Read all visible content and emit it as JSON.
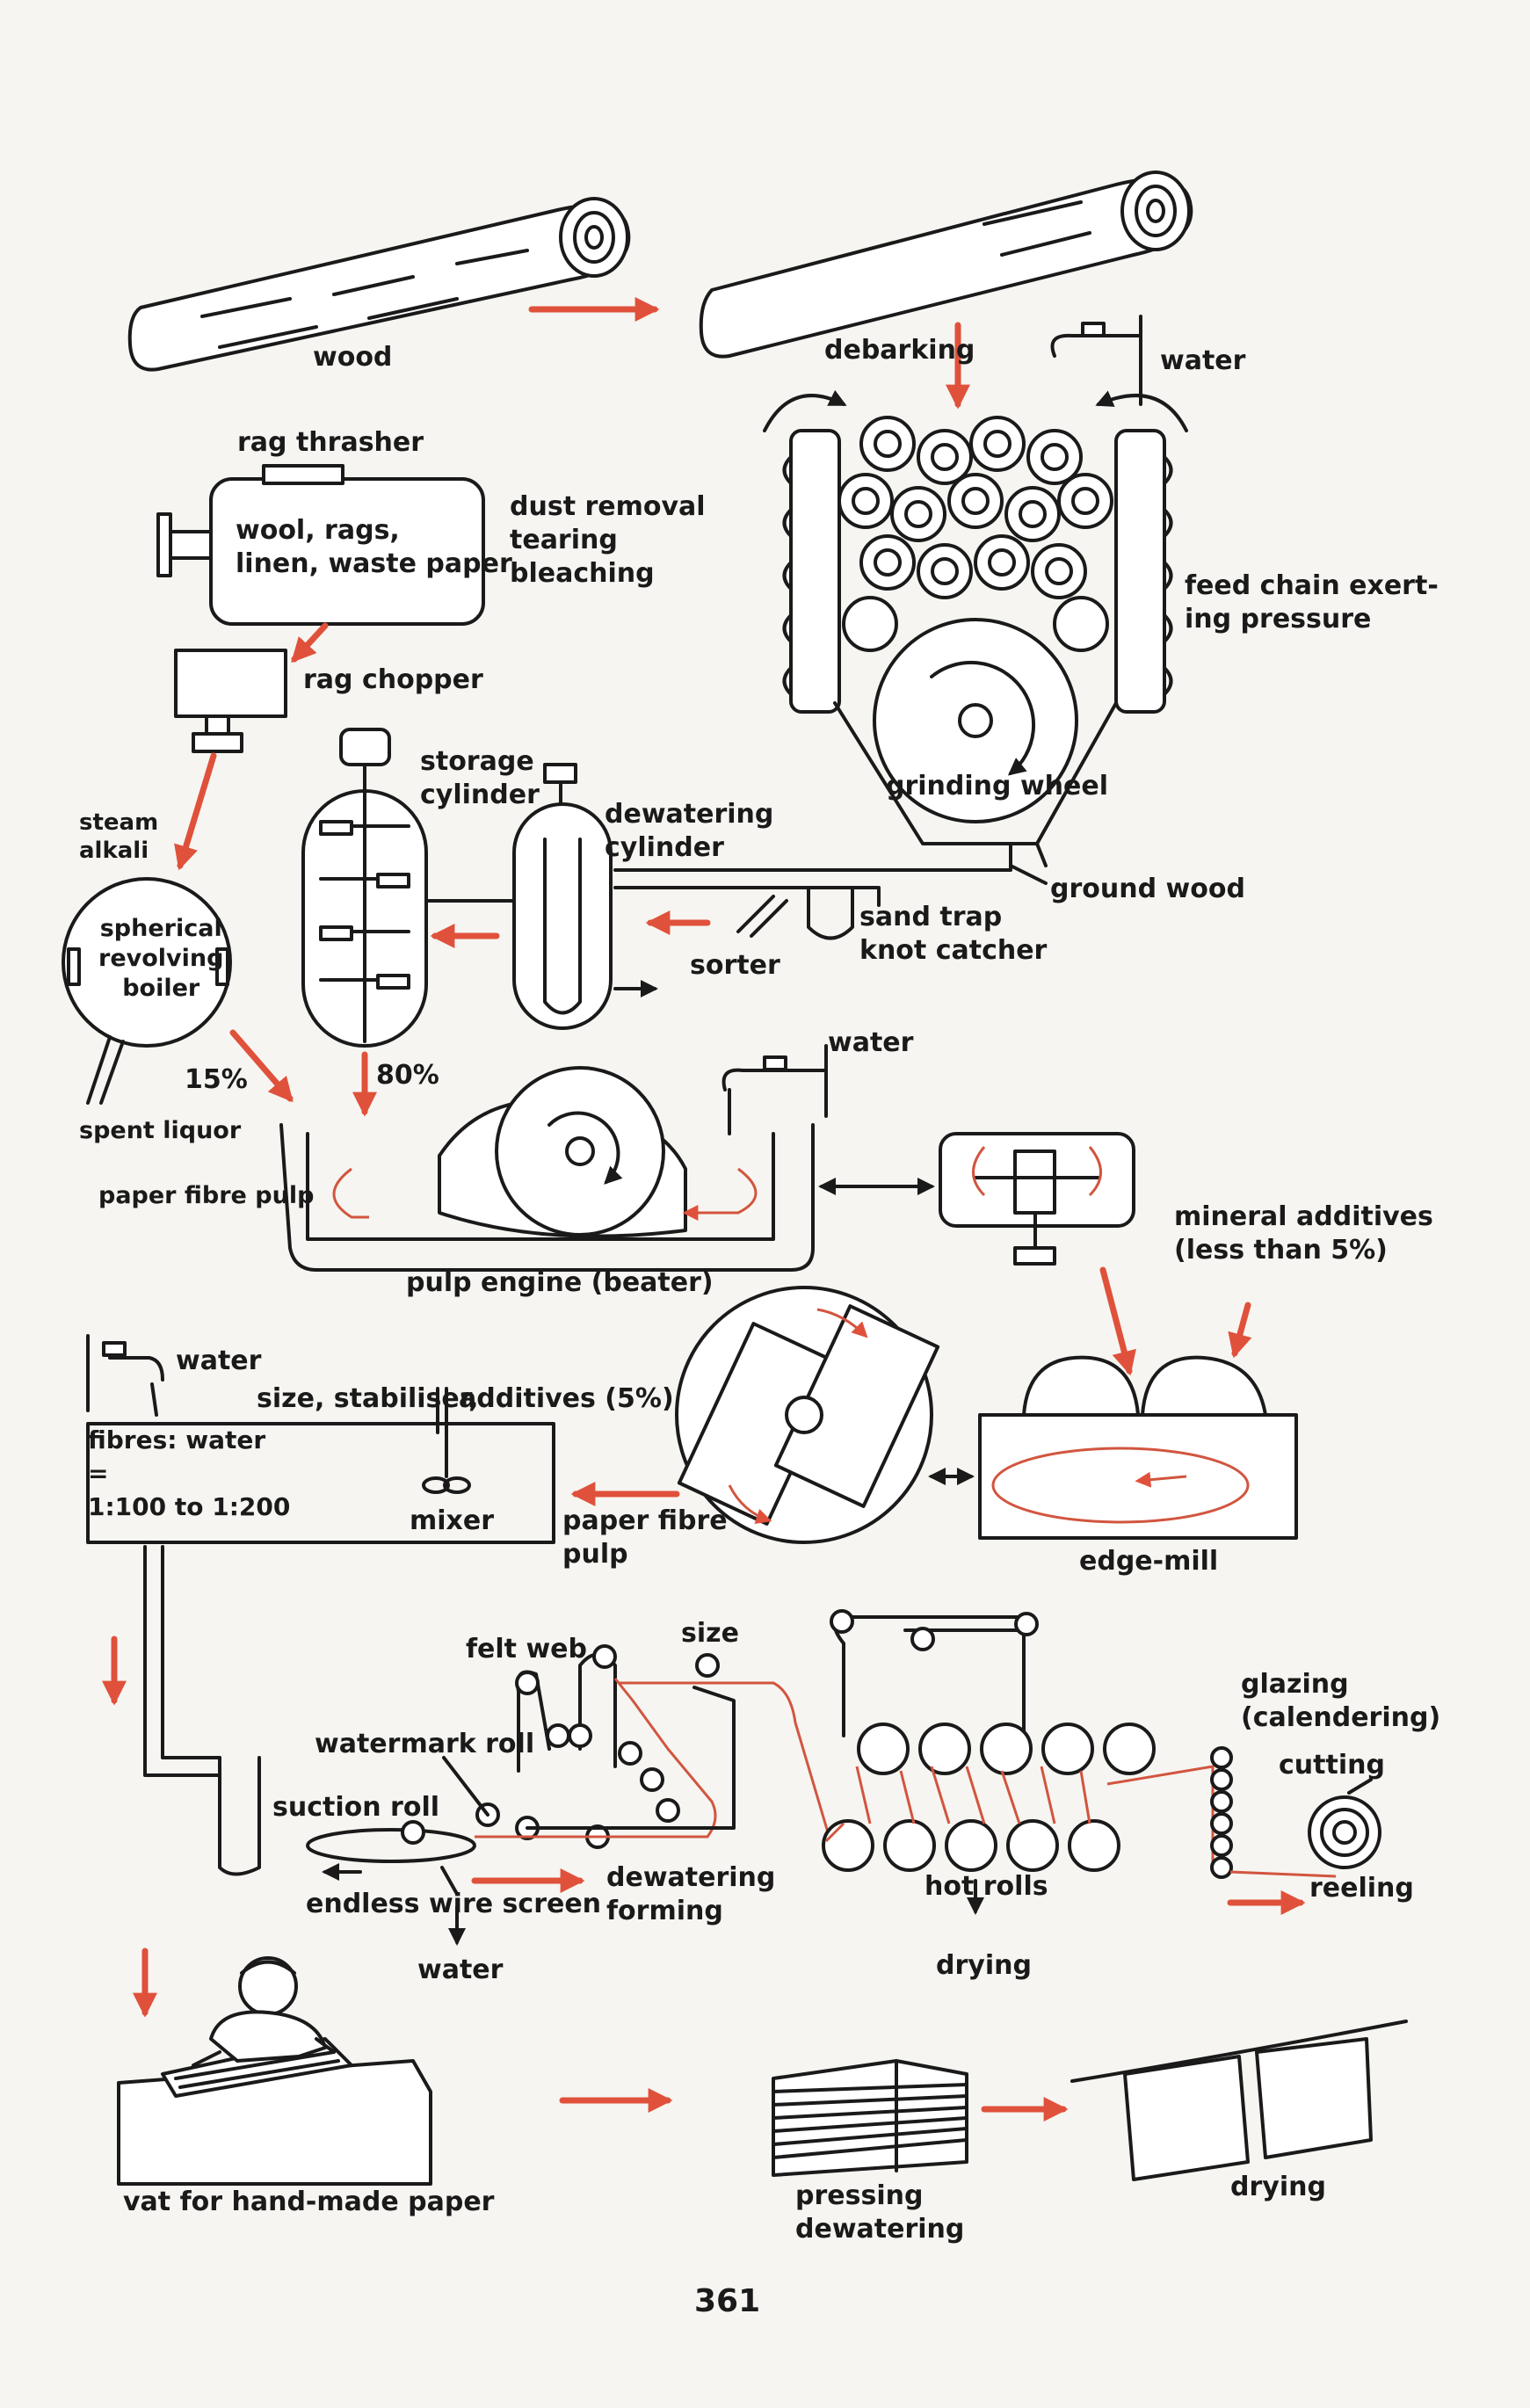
{
  "page": {
    "number": "361"
  },
  "labels": {
    "wood": "wood",
    "debarking": "debarking",
    "water_top": "water",
    "rag_thrasher": "rag thrasher",
    "rag_contents": [
      "wool, rags,",
      "linen, waste paper"
    ],
    "dust_removal": [
      "dust removal",
      "tearing",
      "bleaching"
    ],
    "feed_chain": [
      "feed chain exert-",
      "ing pressure"
    ],
    "rag_chopper": "rag chopper",
    "storage_cylinder": [
      "storage",
      "cylinder"
    ],
    "steam_alkali": [
      "steam",
      "alkali"
    ],
    "dewatering_cylinder": [
      "dewatering",
      "cylinder"
    ],
    "grinding_wheel": "grinding wheel",
    "ground_wood": "ground wood",
    "boiler": [
      "spherical",
      "revolving",
      "boiler"
    ],
    "sand_trap": [
      "sand trap",
      "knot catcher"
    ],
    "sorter": "sorter",
    "water_mid": "water",
    "pct_15": "15%",
    "pct_80": "80%",
    "spent_liquor": "spent liquor",
    "paper_fibre_pulp_left": "paper fibre pulp",
    "mineral_additives": [
      "mineral additives",
      "(less than 5%)"
    ],
    "pulp_engine": "pulp engine (beater)",
    "water_left": "water",
    "size_stabiliser": "size, stabiliser,",
    "additives_5": "additives (5%)",
    "fibres_water": [
      "fibres: water",
      "=",
      "1:100 to 1:200"
    ],
    "mixer": "mixer",
    "paper_fibre_pulp_mid": [
      "paper fibre",
      "pulp"
    ],
    "edge_mill": "edge-mill",
    "size": "size",
    "felt_web": "felt web",
    "glazing": [
      "glazing",
      "(calendering)"
    ],
    "watermark_roll": "watermark roll",
    "cutting": "cutting",
    "suction_roll": "suction roll",
    "dewatering_forming": [
      "dewatering",
      "forming"
    ],
    "hot_rolls": "hot rolls",
    "reeling": "reeling",
    "endless_wire_screen": "endless wire screen",
    "water_bottom": "water",
    "drying_rolls": "drying",
    "vat": "vat for hand-made paper",
    "pressing_dewatering": [
      "pressing",
      "dewatering"
    ],
    "drying_final": "drying"
  },
  "colors": {
    "ink": "#1a1a1a",
    "flow_arrow": "#e0513b",
    "paper": "#f6f5f1"
  }
}
